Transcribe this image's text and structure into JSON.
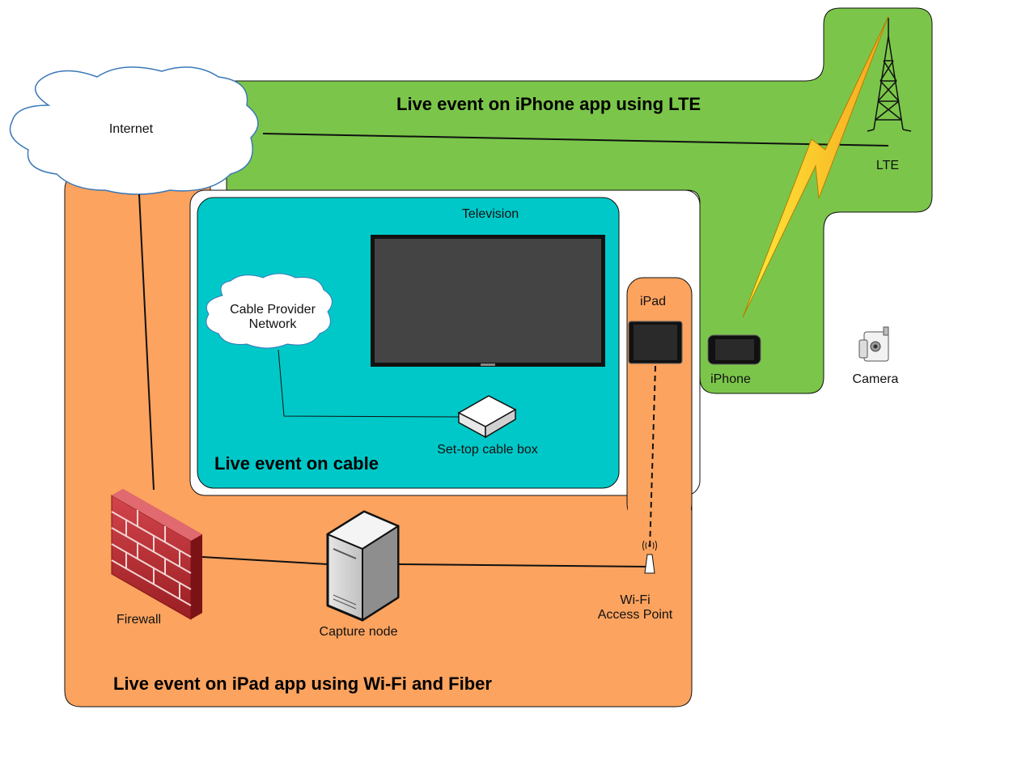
{
  "regions": {
    "lte": {
      "title": "Live event on iPhone app using LTE",
      "color": "#7bc64a"
    },
    "wifi": {
      "title": "Live event on iPad app using Wi-Fi and Fiber",
      "color": "#fca35f"
    },
    "cable": {
      "title": "Live event on cable",
      "color": "#00c8c8"
    }
  },
  "nodes": {
    "internet": "Internet",
    "cable_network": "Cable Provider\nNetwork",
    "television": "Television",
    "set_top_box": "Set-top cable box",
    "ipad": "iPad",
    "iphone": "iPhone",
    "lte": "LTE",
    "camera": "Camera",
    "firewall": "Firewall",
    "capture_node": "Capture node",
    "wifi_ap": "Wi-Fi\nAccess Point"
  },
  "colors": {
    "outline": "#000000",
    "cloud_fill": "#ffffff",
    "cloud_stroke": "#3a78b8",
    "screen": "#444444",
    "bolt": "#ffd21e"
  }
}
